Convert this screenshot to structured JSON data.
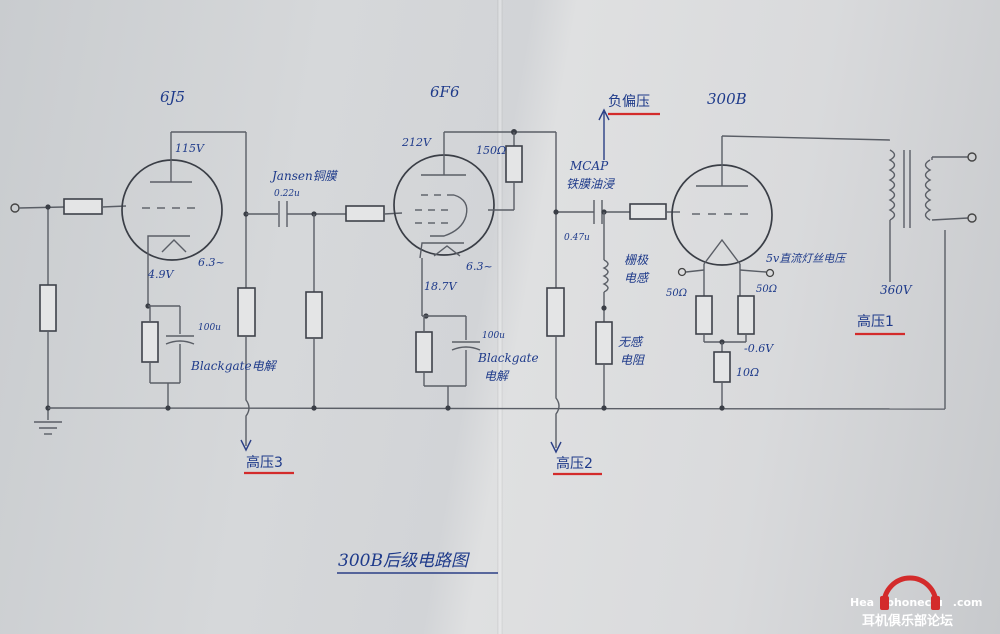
{
  "tubes": {
    "stage1": "6J5",
    "stage2": "6F6",
    "stage3": "300B"
  },
  "stage1": {
    "plate_voltage": "115V",
    "cathode_voltage": "4.9V",
    "heater": "6.3~",
    "cap_value": "100u",
    "cap_note": "Blackgate电解"
  },
  "coupling1": {
    "cap_brand": "Jansen铜膜",
    "cap_value": "0.22u"
  },
  "stage2": {
    "plate_voltage": "212V",
    "resistor": "150Ω",
    "heater": "6.3~",
    "cathode_voltage": "18.7V",
    "cap_value": "100u",
    "cap_note1": "Blackgate",
    "cap_note2": "电解"
  },
  "coupling2": {
    "cap_brand1": "MCAP",
    "cap_brand2": "铁膜油浸",
    "cap_value": "0.47u"
  },
  "stage3": {
    "grid_choke1": "栅极",
    "grid_choke2": "电感",
    "grid_res1": "无感",
    "grid_res2": "电阻",
    "filament_note": "5v直流灯丝电压",
    "hum_res_left": "50Ω",
    "hum_res_right": "50Ω",
    "bias_voltage": "-0.6V",
    "cathode_res": "10Ω",
    "b_plus_voltage": "360V"
  },
  "rails": {
    "neg_bias": "负偏压",
    "hv1": "高压1",
    "hv2": "高压2",
    "hv3": "高压3"
  },
  "title": "300B后级电路图",
  "watermark": {
    "brand_pre": "Hea",
    "brand_post": "phoneclu",
    "brand_tail": ".com",
    "subtitle": "耳机俱乐部论坛"
  },
  "colors": {
    "ink": "#1e3a8a",
    "underline": "#d32b2b",
    "pencil": "#5a5e66"
  }
}
